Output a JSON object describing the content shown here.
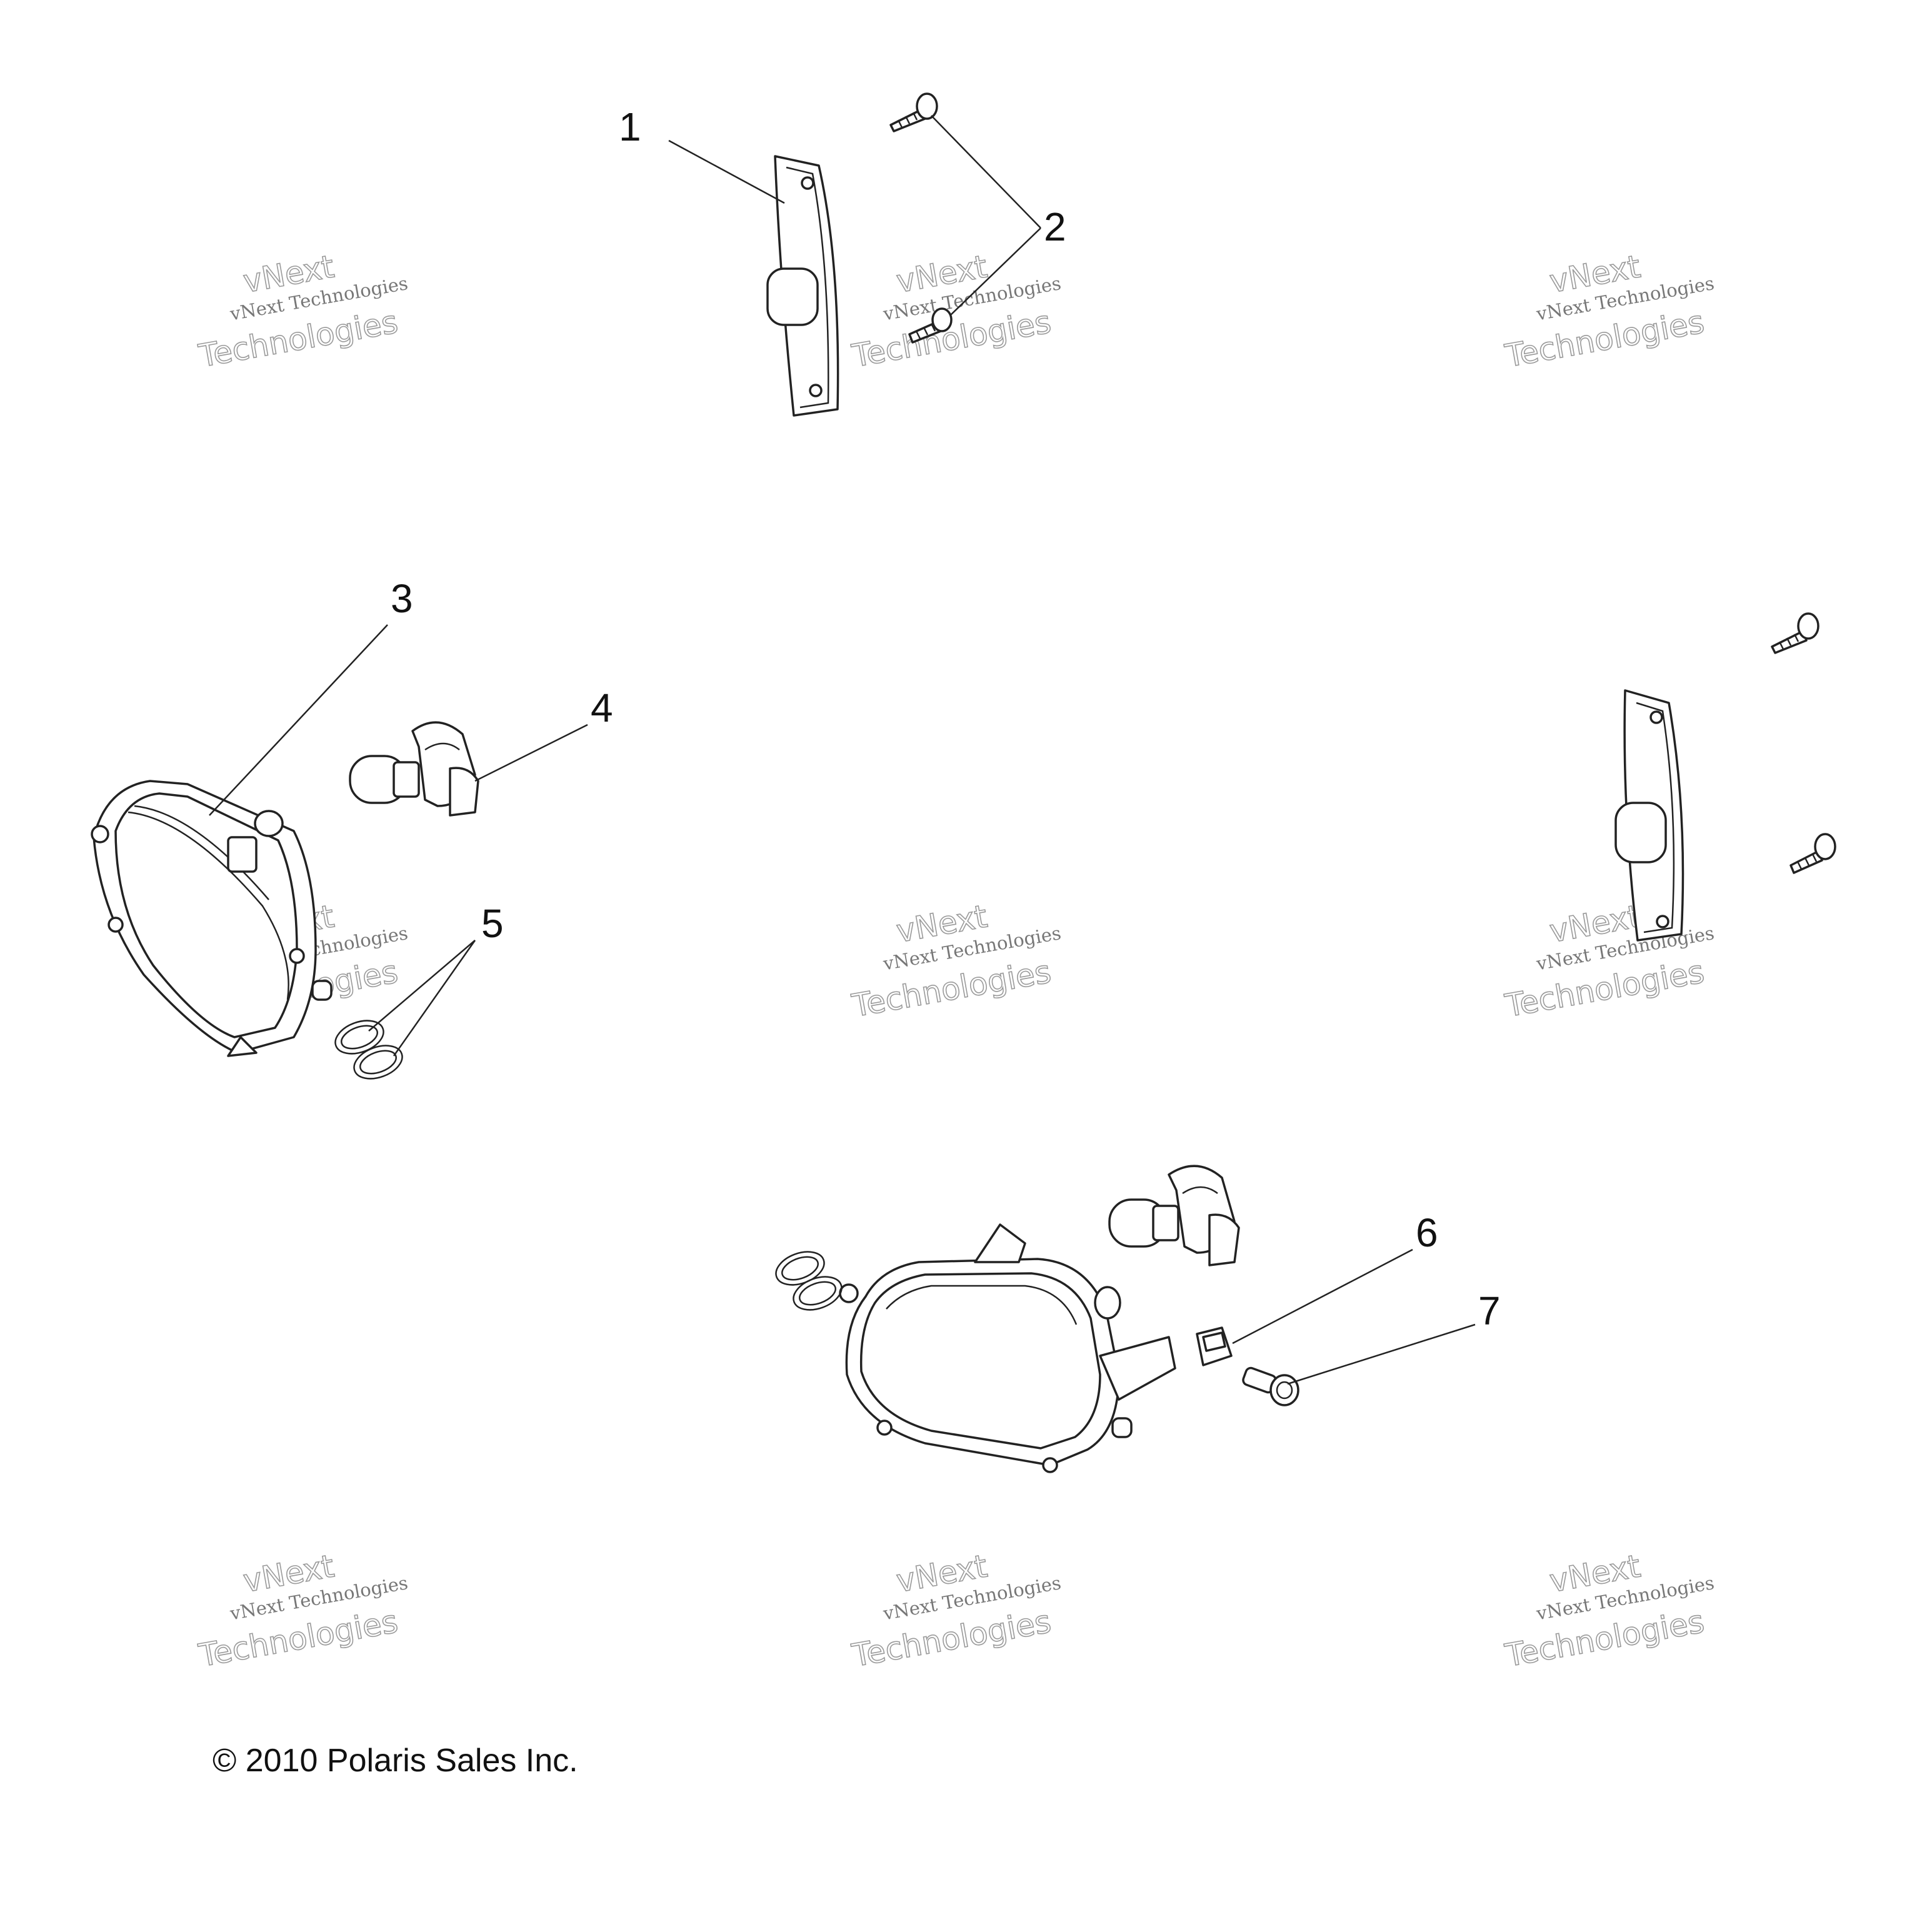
{
  "copyright": "© 2010 Polaris Sales Inc.",
  "watermark": {
    "line_small": "vNext Technologies",
    "line_big_1": "vNext",
    "line_big_2": "Technologies"
  },
  "callouts": [
    {
      "id": "1"
    },
    {
      "id": "2"
    },
    {
      "id": "3"
    },
    {
      "id": "4"
    },
    {
      "id": "5"
    },
    {
      "id": "6"
    },
    {
      "id": "7"
    }
  ]
}
